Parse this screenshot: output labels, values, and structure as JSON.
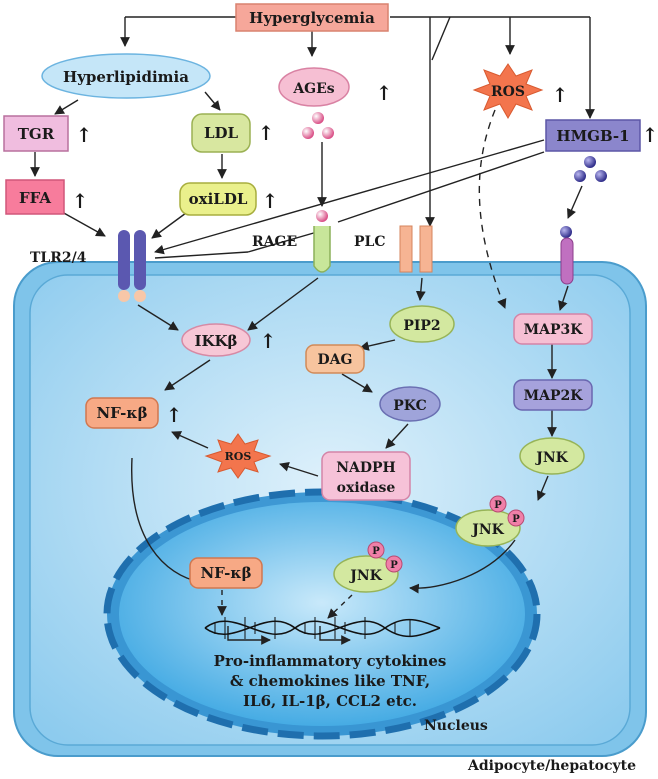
{
  "nodes": {
    "hyperglycemia": "Hyperglycemia",
    "hyperlipidimia": "Hyperlipidimia",
    "ages": "AGEs",
    "ros_top": "ROS",
    "hmgb1": "HMGB-1",
    "tgr": "TGR",
    "ffa": "FFA",
    "ldl": "LDL",
    "oxildl": "oxiLDL",
    "tlr": "TLR2/4",
    "rage": "RAGE",
    "plc": "PLC",
    "ikkb": "IKKβ",
    "nfkb_cyto": "NF-κβ",
    "pip2": "PIP2",
    "dag": "DAG",
    "pkc": "PKC",
    "ros_mid": "ROS",
    "nadph_line1": "NADPH",
    "nadph_line2": "oxidase",
    "map3k": "MAP3K",
    "map2k": "MAP2K",
    "jnk": "JNK",
    "jnk_p": "JNK",
    "nfkb_nuc": "NF-κβ",
    "jnk_nuc": "JNK",
    "phospho": "P"
  },
  "increase_symbol": "↑",
  "nucleus_text": [
    "Pro-inflammatory cytokines",
    "& chemokines like TNF,",
    "IL6, IL-1β, CCL2 etc."
  ],
  "labels": {
    "nucleus": "Nucleus",
    "cell": "Adipocyte/hepatocyte"
  },
  "colors": {
    "cell_fill": "#a9d8f2",
    "nucleus_fill": "#6cc0ee",
    "hyperglycemia": "#f6a79a",
    "pink_node": "#f6bfd3",
    "green_node": "#d8e7a0",
    "purple_node": "#8b86cc",
    "orange_node": "#f7a985",
    "ros_star": "#f3754d"
  }
}
